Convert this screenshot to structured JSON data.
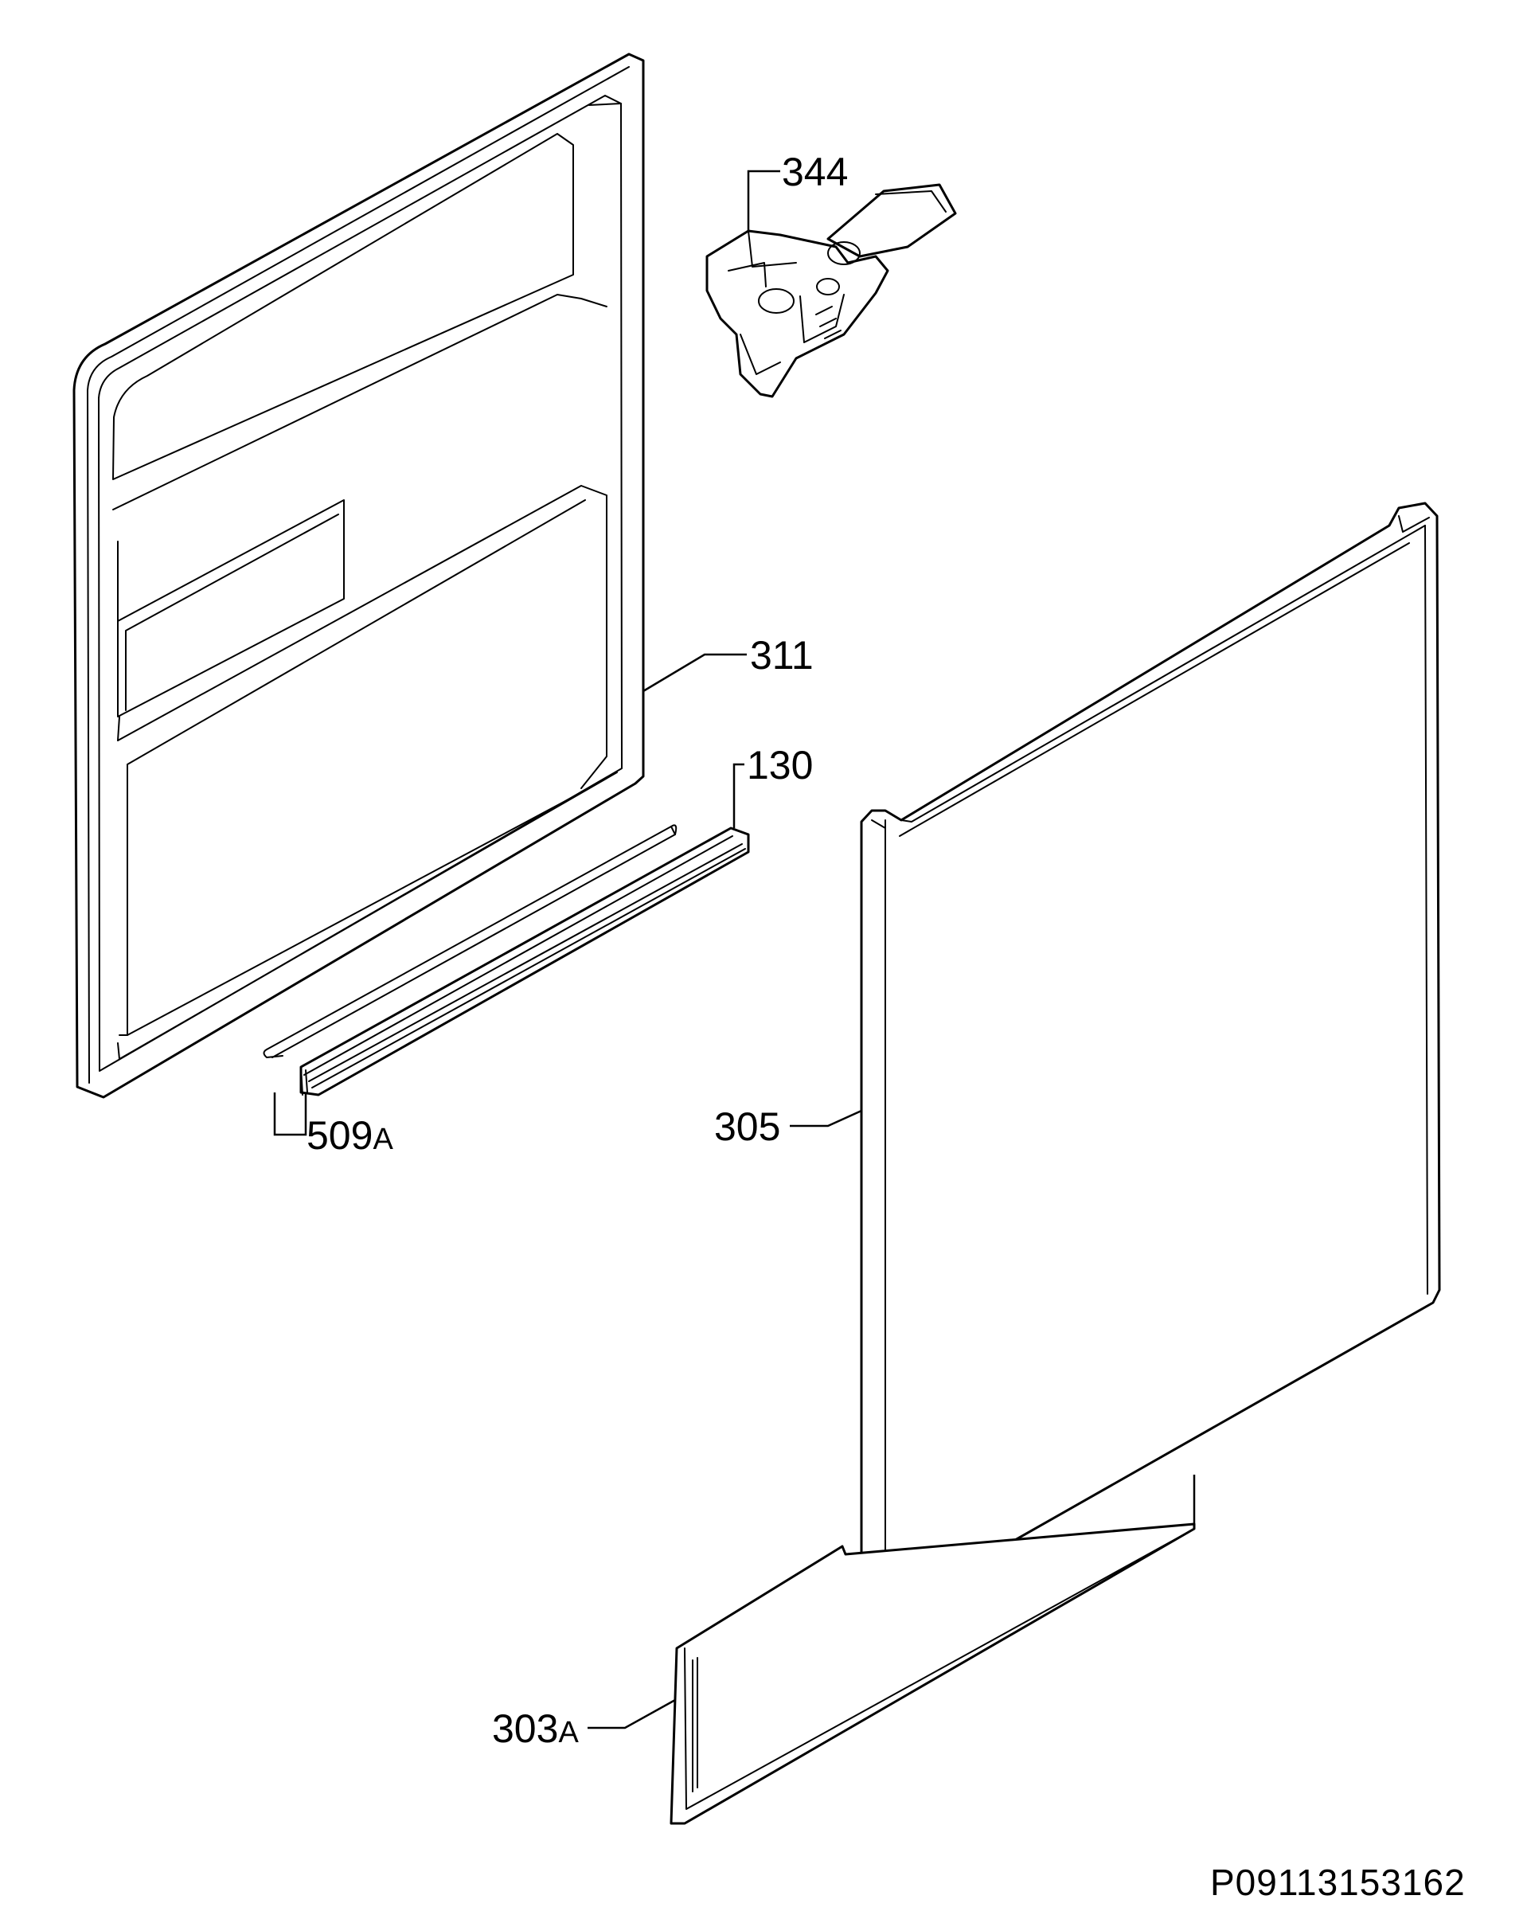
{
  "callouts": {
    "p344": "344",
    "p311": "311",
    "p130": "130",
    "p509_num": "509",
    "p509_suffix": "A",
    "p305": "305",
    "p303_num": "303",
    "p303_suffix": "A"
  },
  "drawing_reference": "P09113153162"
}
